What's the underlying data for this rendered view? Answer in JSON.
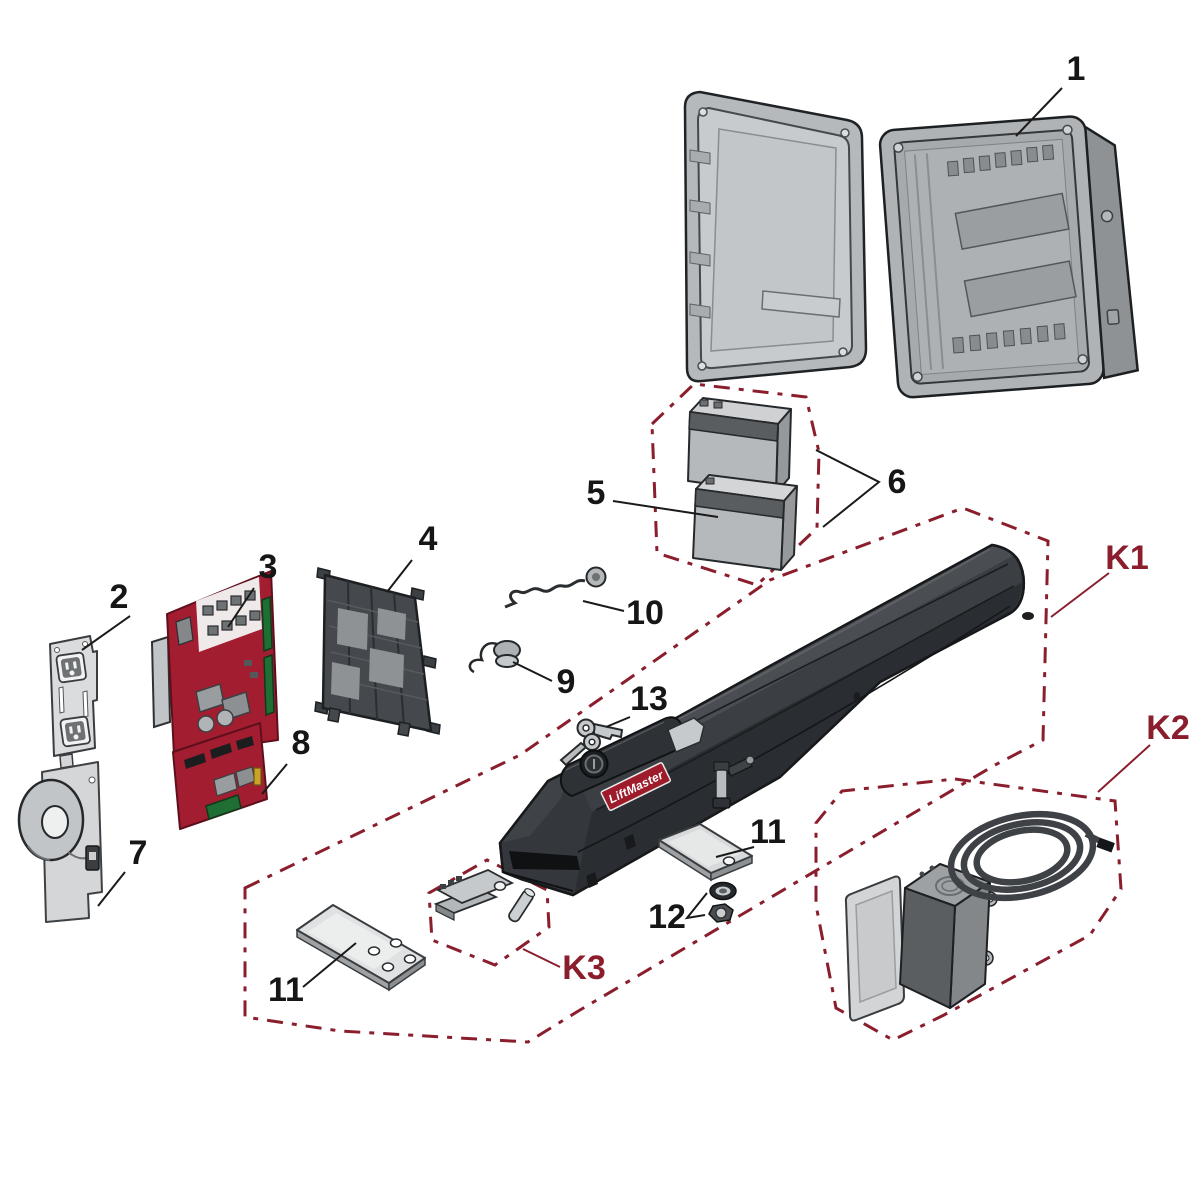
{
  "figure": {
    "badge_text": "LiftMaster",
    "callouts": {
      "c1": "1",
      "c2": "2",
      "c3": "3",
      "c4": "4",
      "c5": "5",
      "c6": "6",
      "c7": "7",
      "c8": "8",
      "c9": "9",
      "c10": "10",
      "c11a": "11",
      "c11b": "11",
      "c12": "12",
      "c13": "13"
    },
    "kits": {
      "k1": "K1",
      "k2": "K2",
      "k3": "K3"
    },
    "colors": {
      "kit_outline": "#8b1e2d",
      "kit_label": "#8b1e2d",
      "callout_label": "#161616",
      "circuit_board_red": "#a31d30",
      "badge_red": "#9e1b2b",
      "line_art": "#1a1a1a"
    }
  }
}
